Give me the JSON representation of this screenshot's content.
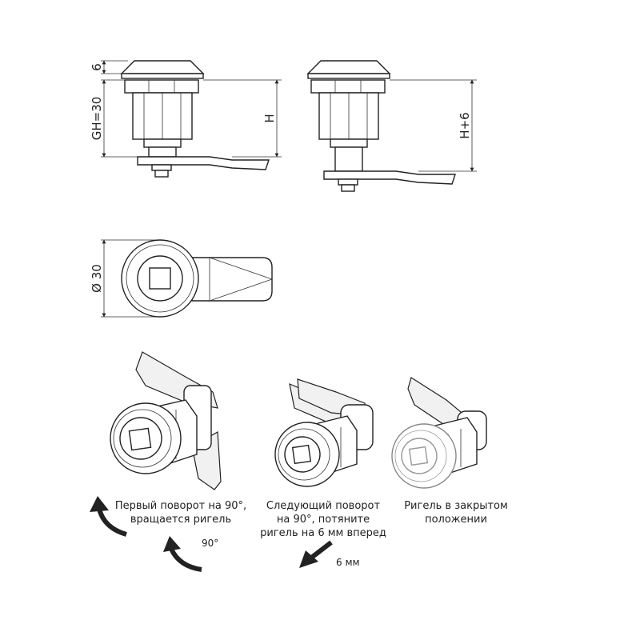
{
  "dimensions": {
    "cap_height": "6",
    "gh": "GH=30",
    "h_left": "H",
    "h_right": "H+6",
    "diameter": "Ø 30"
  },
  "captions": {
    "step1": "Первый поворот на 90°,\nвращается ригель",
    "step2": "Следующий поворот\nна 90°, потяните\nригель на 6 мм вперед",
    "step3": "Ригель в закрытом\nположении",
    "rotation_label": "90°",
    "push_label": "6 мм"
  }
}
